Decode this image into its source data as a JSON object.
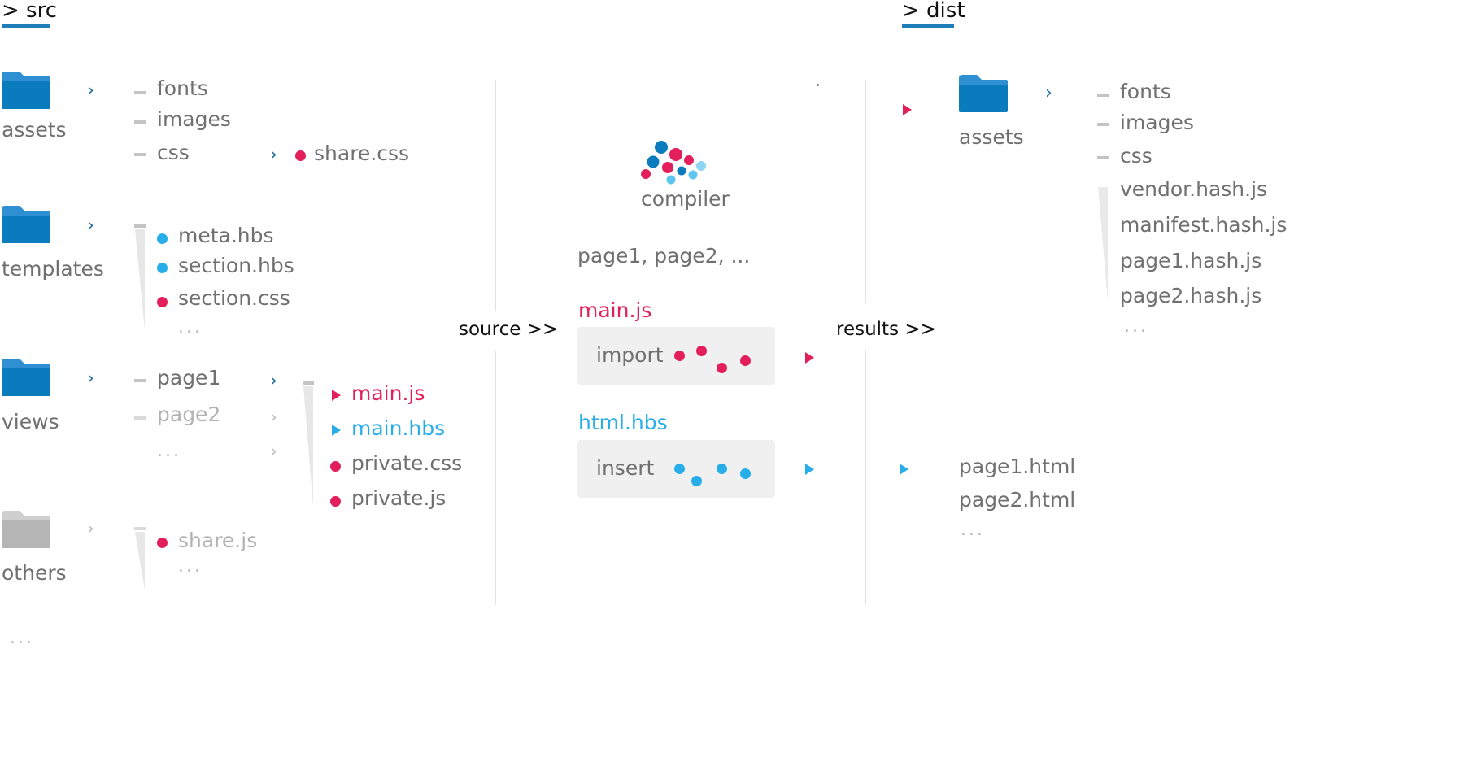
{
  "src": {
    "header": "> src",
    "folders": {
      "assets": "assets",
      "templates": "templates",
      "views": "views",
      "others": "others"
    },
    "assets_children": [
      "fonts",
      "images",
      "css"
    ],
    "css_file": "share.css",
    "templates_children": [
      "meta.hbs",
      "section.hbs",
      "section.css"
    ],
    "templates_more": "...",
    "views_children": [
      "page1",
      "page2"
    ],
    "views_more": "...",
    "page_files": [
      "main.js",
      "main.hbs",
      "private.css",
      "private.js"
    ],
    "others_children": [
      "share.js"
    ],
    "others_more": "...",
    "root_more": "..."
  },
  "flow": {
    "source_label": "source >>",
    "results_label": "results >>"
  },
  "compiler": {
    "label": "compiler",
    "pages": "page1,  page2,  ...",
    "mainjs_title": "main.js",
    "import_label": "import",
    "htmlhbs_title": "html.hbs",
    "insert_label": "insert"
  },
  "dist": {
    "header": "> dist",
    "assets_label": "assets",
    "assets_children": [
      "fonts",
      "images",
      "css"
    ],
    "js_files": [
      "vendor.hash.js",
      "manifest.hash.js",
      "page1.hash.js",
      "page2.hash.js"
    ],
    "js_more": "...",
    "html_files": [
      "page1.html",
      "page2.html"
    ],
    "html_more": "..."
  },
  "colors": {
    "accent_red": "#e21f5b",
    "accent_blue": "#27aee8",
    "folder_blue": "#0a7bbd",
    "header_underline": "#1e7fb8"
  },
  "icons": [
    "folder-icon",
    "chevron-right-icon",
    "triangle-right-icon",
    "compiler-logo"
  ]
}
